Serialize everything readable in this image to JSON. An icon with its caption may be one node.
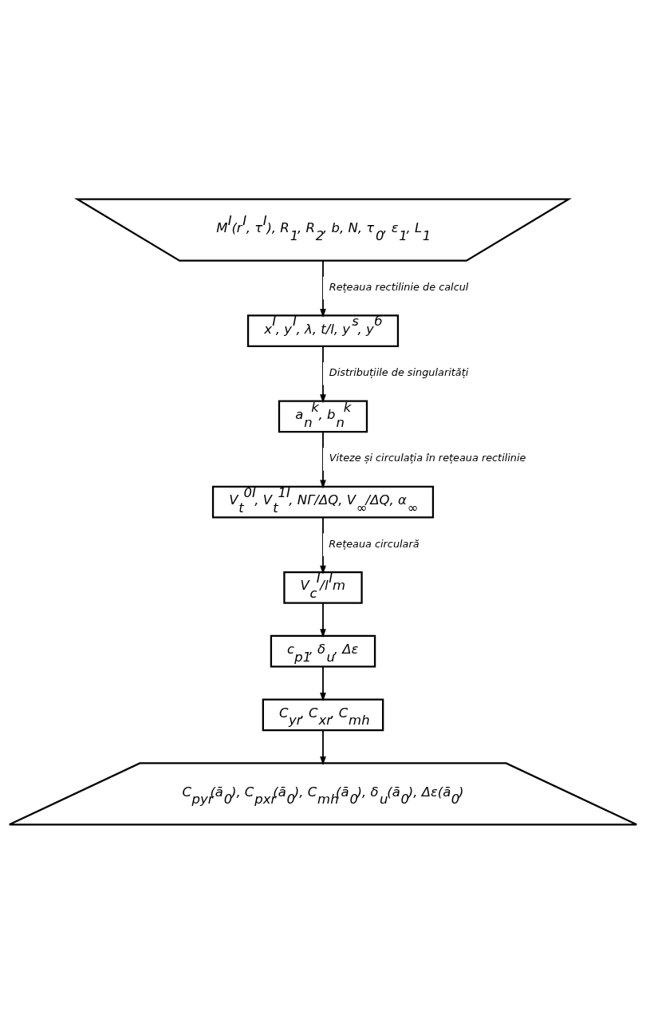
{
  "diagram": {
    "nodes": [
      {
        "text": [
          "M$^{I}$(r$^{I}$, τ$^{I}$), R$_{1}$, R$_{2}$, b, N, τ$_{0}$, ε$_{1}$, L$_{1}$"
        ]
      },
      {
        "text": [
          "x$^{I}$, y$^{I}$, λ, t/l, y$^{s}$, y$^{б}$"
        ]
      },
      {
        "text": [
          "a$_{n}$$^{k}$, b$_{n}$$^{k}$"
        ]
      },
      {
        "text": [
          "V$_{t}$$^{0I}$, V$_{t}$$^{1I}$, NΓ/ΔQ, V$_{∞}$/ΔQ, α$_{∞}$"
        ]
      },
      {
        "text": [
          "V$_{c}$$^{I}$/l$^{I}$m"
        ]
      },
      {
        "text": [
          "c$_{p1}$, δ$_{u}$, Δε"
        ]
      },
      {
        "text": [
          "C$_{yr}$, C$_{xr}$, C$_{mh}$"
        ]
      },
      {
        "text": [
          "C$_{pyr}$(ā$_{0}$), C$_{pxr}$(ā$_{0}$), C$_{mh}$(ā$_{0}$), δ$_{u}$(ā$_{0}$), Δε(ā$_{0}$)"
        ]
      }
    ],
    "edges": [
      {
        "from": 0,
        "to": 1,
        "arrow": "to",
        "label": "Rețeaua rectilinie de calcul"
      },
      {
        "from": 1,
        "to": 2,
        "arrow": "to",
        "label": "Distribuțiile de singularități"
      },
      {
        "from": 2,
        "to": 3,
        "arrow": "to",
        "label": "Viteze și circulația în rețeaua rectilinie"
      },
      {
        "from": 3,
        "to": 4,
        "arrow": "to",
        "label": "Rețeaua circulară"
      },
      {
        "from": 4,
        "to": 5,
        "arrow": "to"
      },
      {
        "from": 5,
        "to": 6,
        "arrow": "to"
      },
      {
        "from": 6,
        "to": 7,
        "arrow": "to"
      }
    ]
  }
}
